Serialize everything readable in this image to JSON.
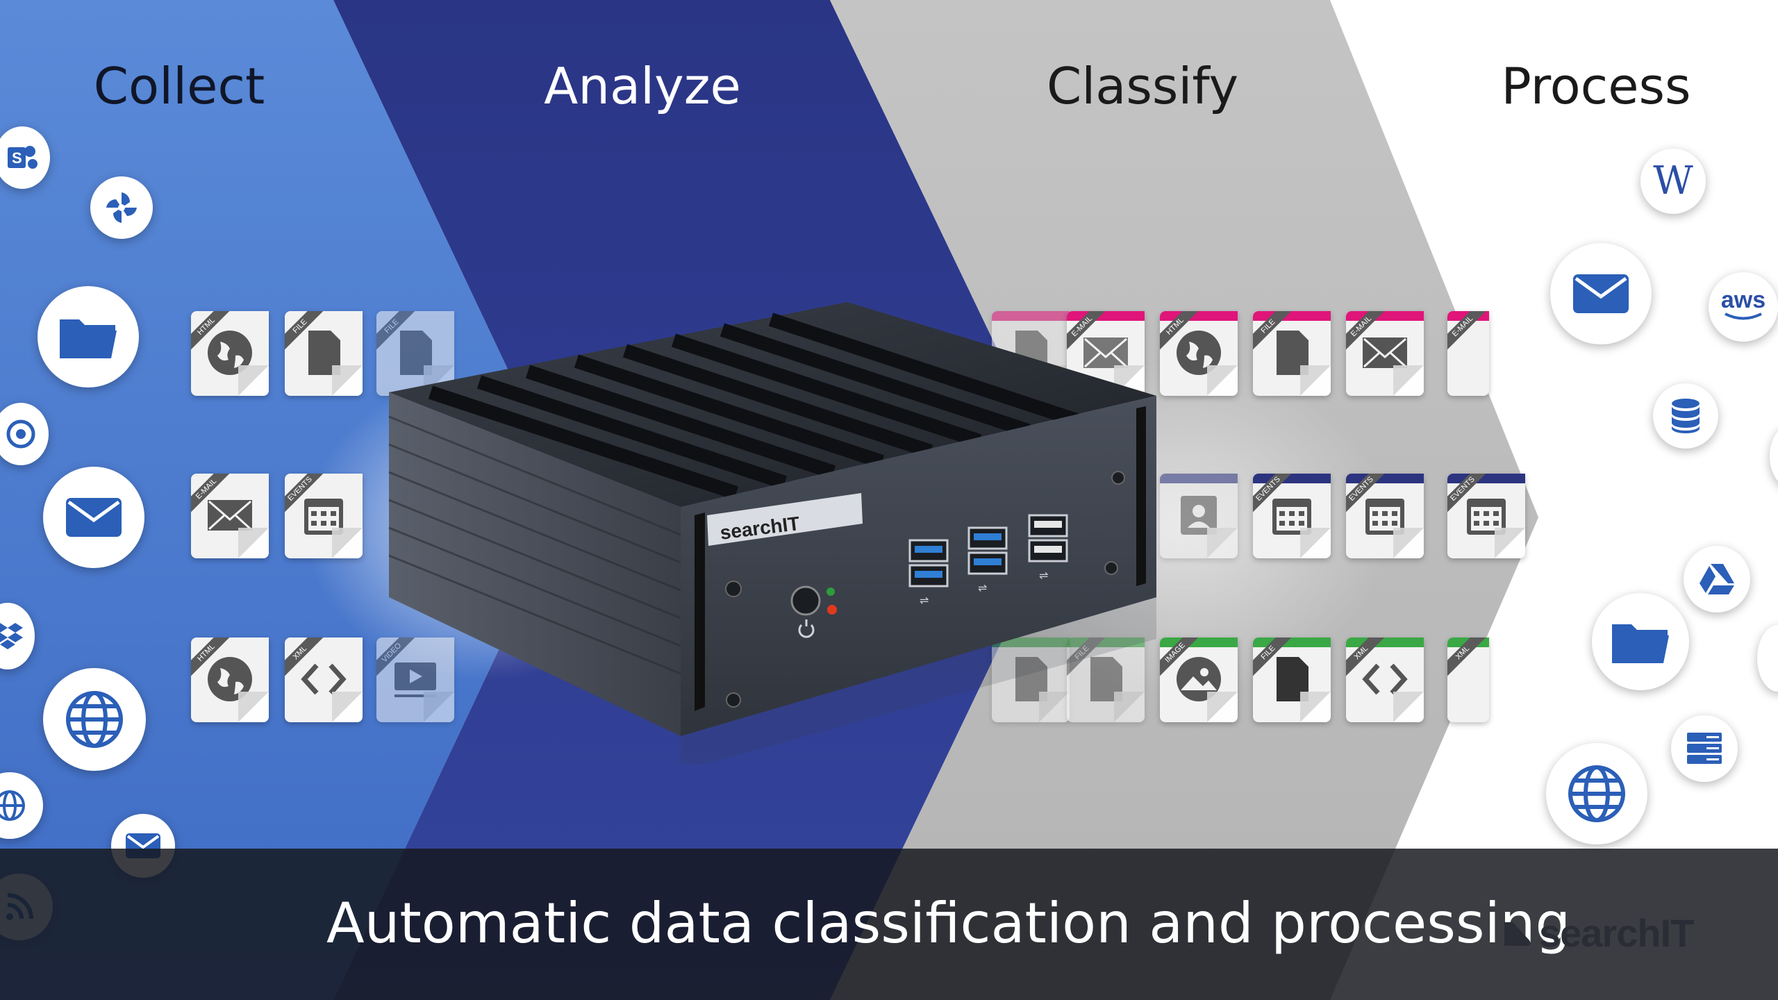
{
  "stages": {
    "collect": "Collect",
    "analyze": "Analyze",
    "classify": "Classify",
    "process": "Process"
  },
  "device": {
    "brand_label": "searchIT"
  },
  "caption": {
    "text": "Automatic data classification and processing"
  },
  "logo": {
    "text": "searchIT"
  },
  "icons": {
    "wikipedia_glyph": "W",
    "aws_glyph": "aws"
  },
  "doc_tags": {
    "html": "HTML",
    "file": "FILE",
    "email": "E-MAIL",
    "events": "EVENTS",
    "xml": "XML",
    "video": "VIDEO",
    "image": "IMAGE"
  },
  "colors": {
    "collect_band": "#4f7fd0",
    "analyze_band": "#2d3b8f",
    "classify_band": "#bdbdbd",
    "process_band": "#ffffff",
    "icon_blue": "#2b5fb8",
    "tag_pink": "#e0157a",
    "tag_navy": "#2c3480",
    "tag_green": "#3aa845"
  }
}
